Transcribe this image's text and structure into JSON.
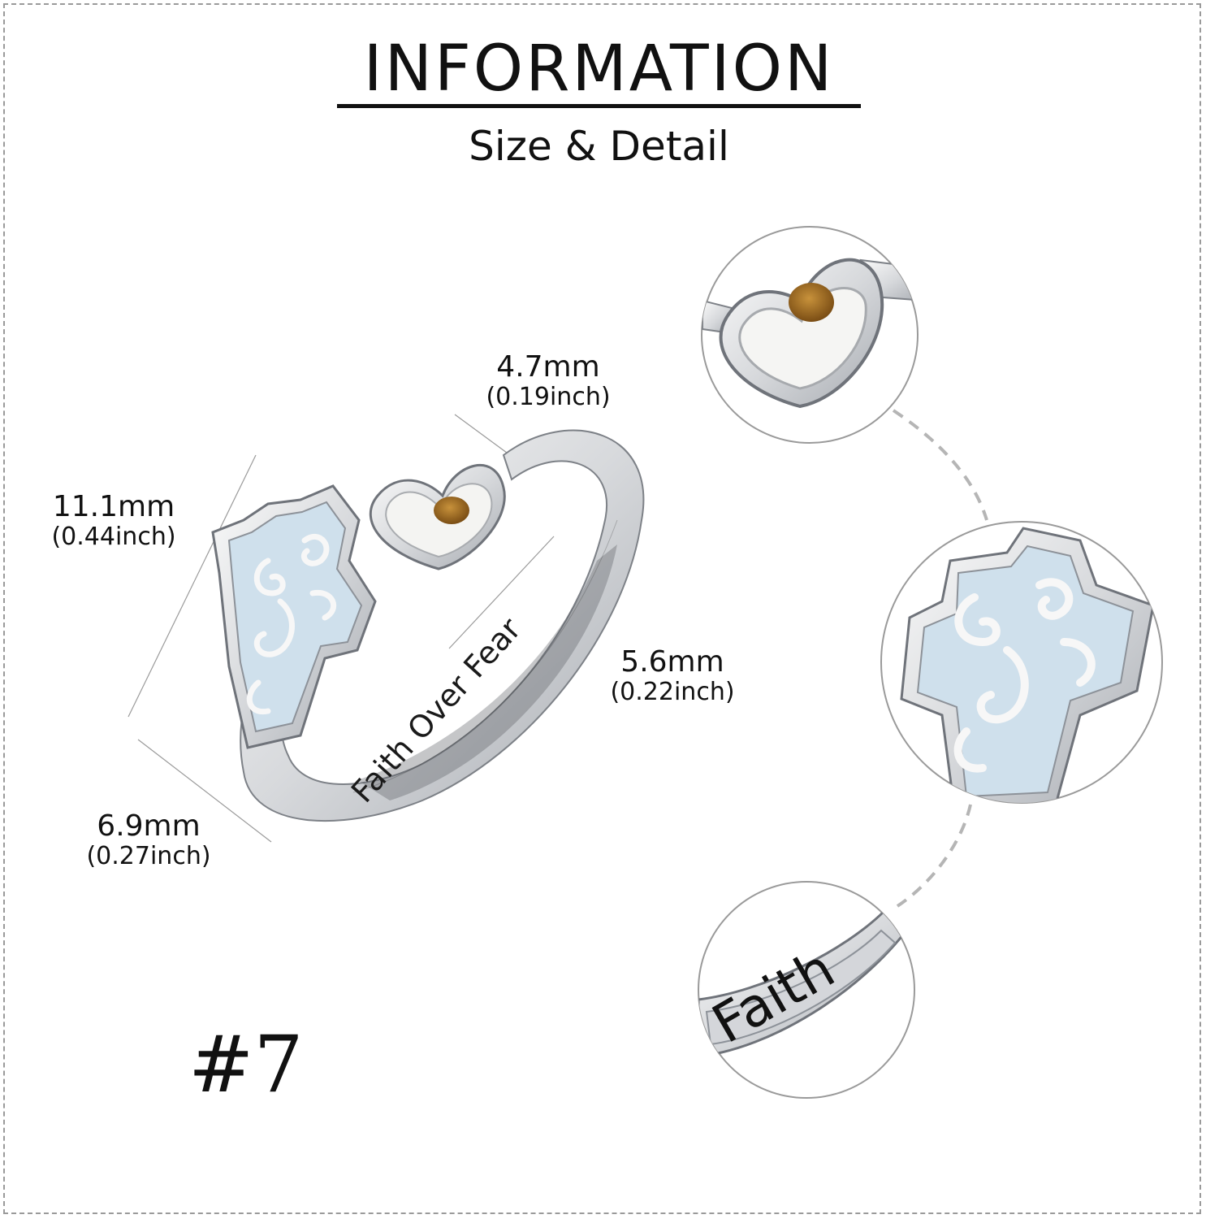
{
  "header": {
    "title": "INFORMATION",
    "subtitle": "Size & Detail"
  },
  "dimensions": [
    {
      "mm": "4.7mm",
      "inch": "(0.19inch)"
    },
    {
      "mm": "11.1mm",
      "inch": "(0.44inch)"
    },
    {
      "mm": "5.6mm",
      "inch": "(0.22inch)"
    },
    {
      "mm": "6.9mm",
      "inch": "(0.27inch)"
    }
  ],
  "engraving": "Faith Over Fear",
  "detail_engraving": "Faith",
  "model_number": "#7",
  "colors": {
    "silver": "#e6e7ea",
    "silver_shadow": "#9ea2a8",
    "opal": "#cfe0ec",
    "mustard_seed": "#9c6a22",
    "guide_line": "#b5b5b5"
  }
}
